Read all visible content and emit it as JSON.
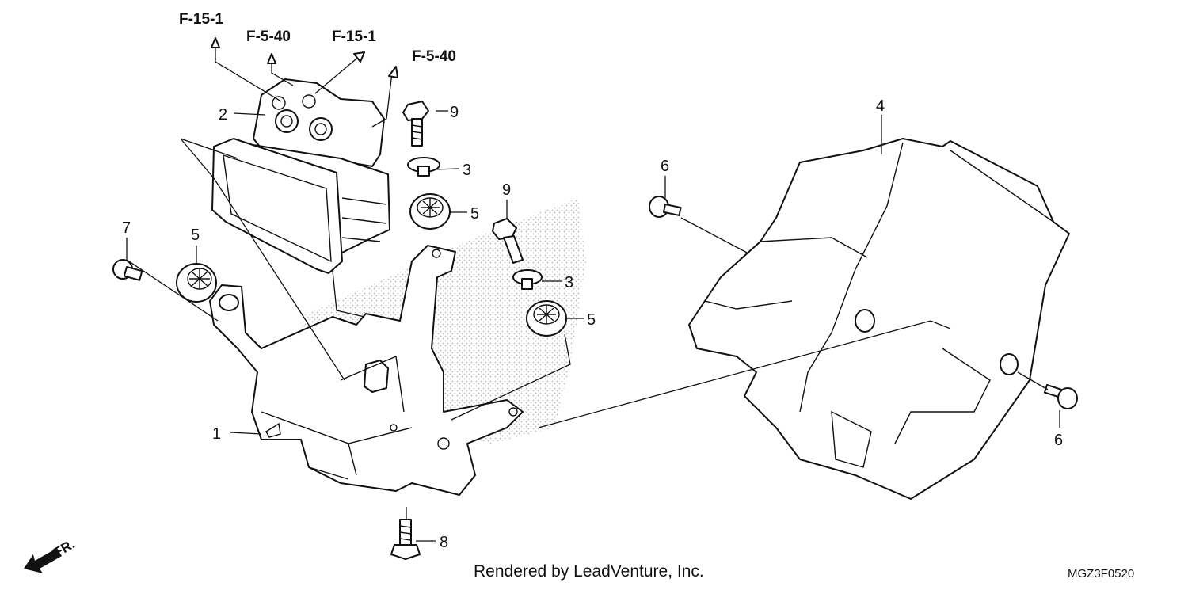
{
  "callouts": {
    "c1": "1",
    "c2": "2",
    "c3a": "3",
    "c3b": "3",
    "c4": "4",
    "c5a": "5",
    "c5b": "5",
    "c5c": "5",
    "c6a": "6",
    "c6b": "6",
    "c7": "7",
    "c8": "8",
    "c9a": "9",
    "c9b": "9"
  },
  "references": {
    "r1": "F-15-1",
    "r2": "F-5-40",
    "r3": "F-15-1",
    "r4": "F-5-40"
  },
  "direction_label": "FR.",
  "footer": {
    "credit": "Rendered by LeadVenture, Inc.",
    "diagram_code": "MGZ3F0520"
  }
}
